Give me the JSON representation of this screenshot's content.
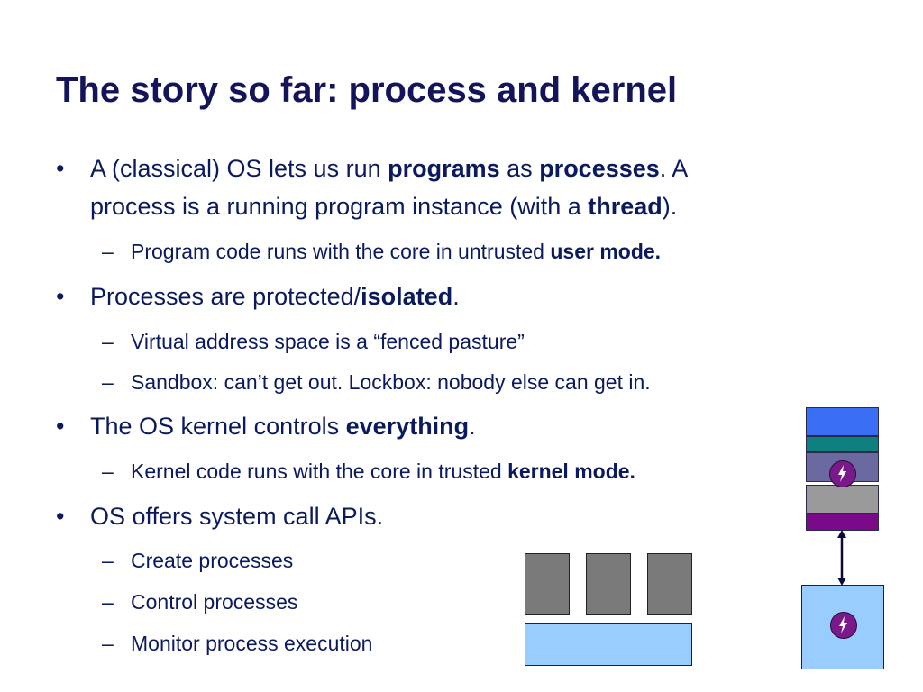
{
  "slide": {
    "title": "The story so far: process and kernel",
    "bullets": [
      {
        "line1_pre": "A (classical) OS lets us run ",
        "line1_b1": "programs",
        "line1_mid": " as ",
        "line1_b2": "processes",
        "line1_post": ".  A",
        "line2_pre": "process is a running program instance (with a ",
        "line2_b": "thread",
        "line2_post": ").",
        "sub": [
          {
            "pre": "Program code runs with the core in untrusted ",
            "bold": "user mode."
          }
        ]
      },
      {
        "pre": "Processes are protected/",
        "bold": "isolated",
        "post": ".",
        "sub": [
          {
            "text": "Virtual address space is a “fenced pasture”"
          },
          {
            "text": "Sandbox: can’t get out.  Lockbox: nobody else can get in."
          }
        ]
      },
      {
        "pre": "The OS kernel controls ",
        "bold": "everything",
        "post": ".",
        "sub": [
          {
            "pre": "Kernel code runs with the core in trusted ",
            "bold": "kernel mode."
          }
        ]
      },
      {
        "text": "OS offers system call APIs.",
        "sub": [
          {
            "text": "Create processes"
          },
          {
            "text": "Control processes"
          },
          {
            "text": "Monitor process execution"
          }
        ]
      }
    ],
    "bullet_glyph": "•",
    "dash_glyph": "–",
    "colors": {
      "text": "#0b1a5e",
      "process_box": "#7a7a7a",
      "kernel_box": "#99ccff",
      "stack_blue": "#3a6ef5",
      "stack_teal": "#0f8080",
      "stack_slate": "#6a6aa0",
      "stack_gray": "#9a9a9a",
      "stack_purple": "#7a0a8a",
      "bolt": "#7a1a8a"
    }
  }
}
